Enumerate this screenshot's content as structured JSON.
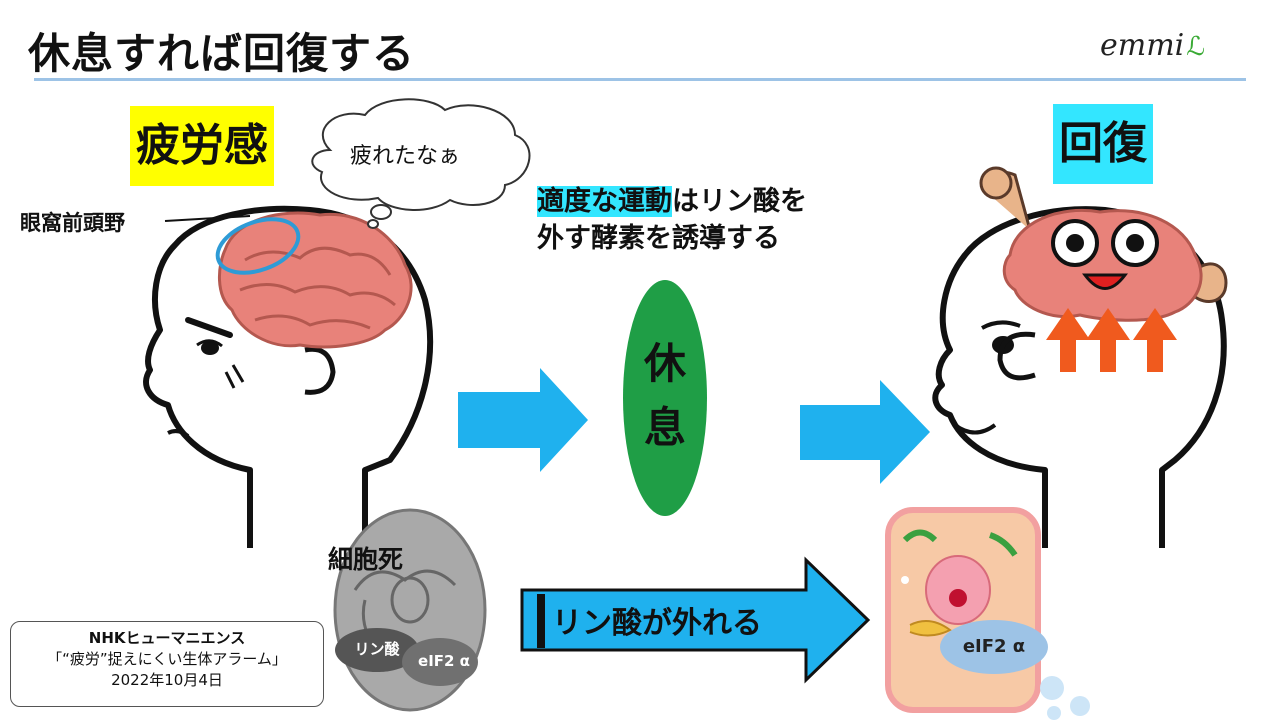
{
  "title": "休息すれば回復する",
  "logo": {
    "text": "emmi",
    "mark": "ℒ"
  },
  "labels": {
    "fatigue": "疲労感",
    "recovery": "回復",
    "thought": "疲れたなぁ",
    "ofc": "眼窩前頭野",
    "explanation_highlight": "適度な運動",
    "explanation_rest": "はリン酸を",
    "explanation_line2": "外す酵素を誘導する",
    "rest_char1": "休",
    "rest_char2": "息",
    "cell_death": "細胞死",
    "phosphate_release": "リン酸が外れる",
    "phosphate": "リン酸",
    "eif_left": "eIF2 α",
    "eif_right": "eIF2 α"
  },
  "reference": {
    "line1": "NHKヒューマニエンス",
    "line2": "「“疲労”捉えにくい生体アラーム」",
    "line3": "2022年10月4日"
  },
  "colors": {
    "fatigue_bg": "#ffff00",
    "recovery_bg": "#33e6ff",
    "arrow_blue": "#1fb1ee",
    "rest_green": "#1f9e46",
    "brain_pink": "#e8827a",
    "up_arrow_orange": "#f05a1e",
    "ofc_circle": "#2e9bd6",
    "rule_blue": "#9dc3e6"
  },
  "icons": [
    "brain-icon",
    "head-silhouette-icon",
    "thought-bubble-icon",
    "cell-icon",
    "fist-icon"
  ]
}
